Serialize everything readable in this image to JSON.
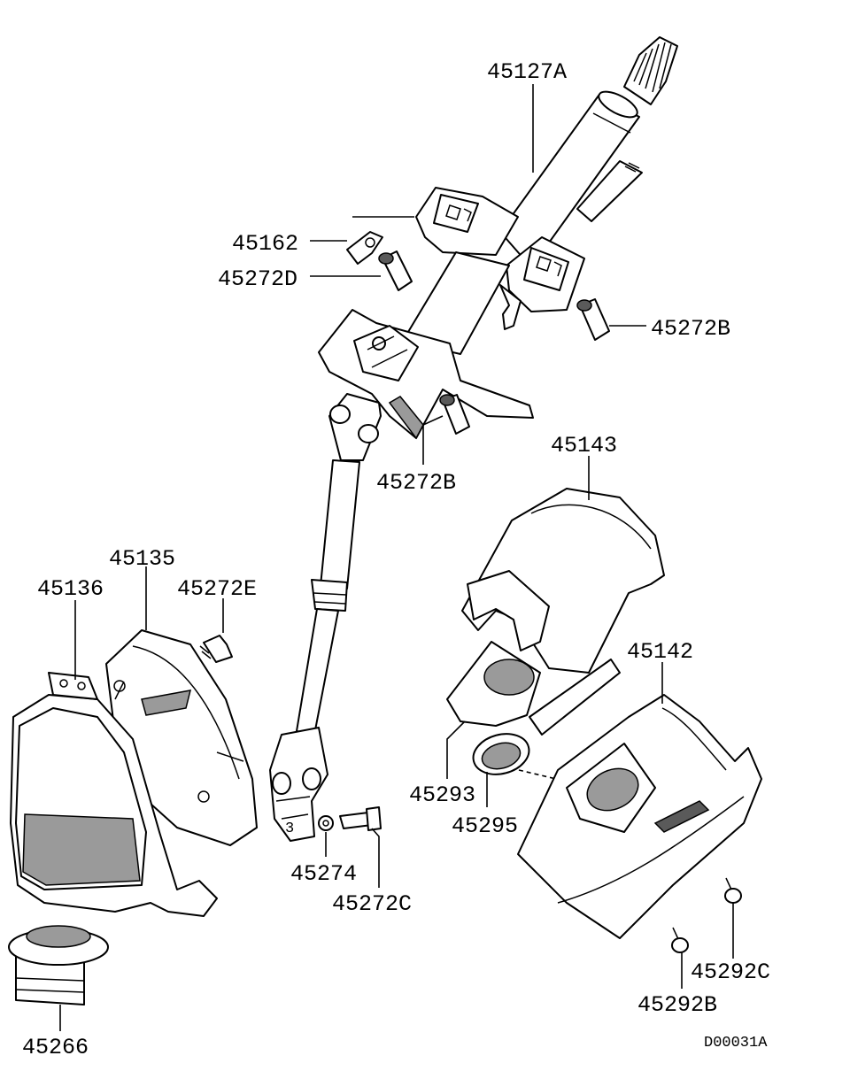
{
  "diagram": {
    "drawing_code": "D00031A",
    "parts": {
      "p45127A": "45127A",
      "p45162": "45162",
      "p45272D": "45272D",
      "p45272B_right": "45272B",
      "p45272B_lower": "45272B",
      "p45143": "45143",
      "p45135": "45135",
      "p45136": "45136",
      "p45272E": "45272E",
      "p45142": "45142",
      "p45293": "45293",
      "p45295": "45295",
      "p45274": "45274",
      "p45272C": "45272C",
      "p45292C": "45292C",
      "p45292B": "45292B",
      "p45266": "45266"
    }
  }
}
